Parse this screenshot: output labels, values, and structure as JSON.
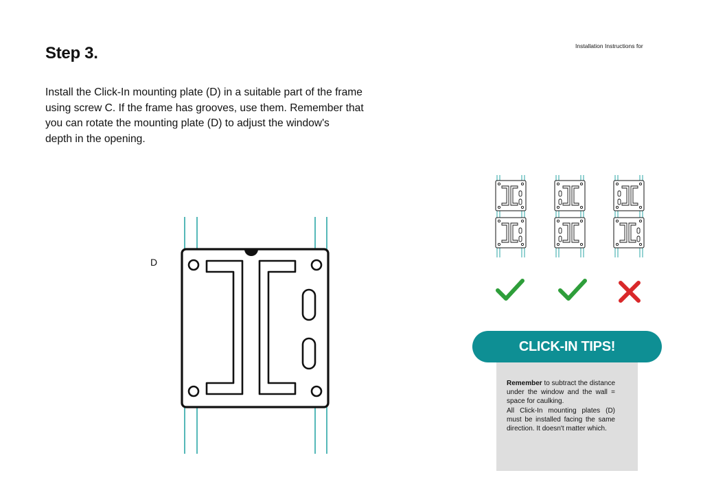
{
  "header": {
    "step_title": "Step 3.",
    "note": "Installation Instructions for"
  },
  "instruction": {
    "lines": [
      "Install the Click-In mounting plate (D) in a suitable part of the frame",
      "using screw C. If the frame has grooves, use them. Remember that",
      "you can rotate the mounting plate (D) to adjust the window's",
      "depth in the opening."
    ]
  },
  "diagram": {
    "plate_label": "D"
  },
  "orientation_examples": [
    {
      "result": "correct"
    },
    {
      "result": "correct"
    },
    {
      "result": "incorrect"
    }
  ],
  "tips": {
    "banner": "CLICK-IN TIPS!",
    "remember_bold": "Remember",
    "remember_rest": " to subtract the distance under the window and the wall = space for caulking.",
    "rule": "All Click-In mounting plates (D) must be installed facing the same direction. It doesn't matter which."
  },
  "colors": {
    "teal": "#0e8f94",
    "rail": "#2aa6a6",
    "check": "#2e9e3a",
    "cross": "#d9282a",
    "tips_box": "#dedede"
  }
}
